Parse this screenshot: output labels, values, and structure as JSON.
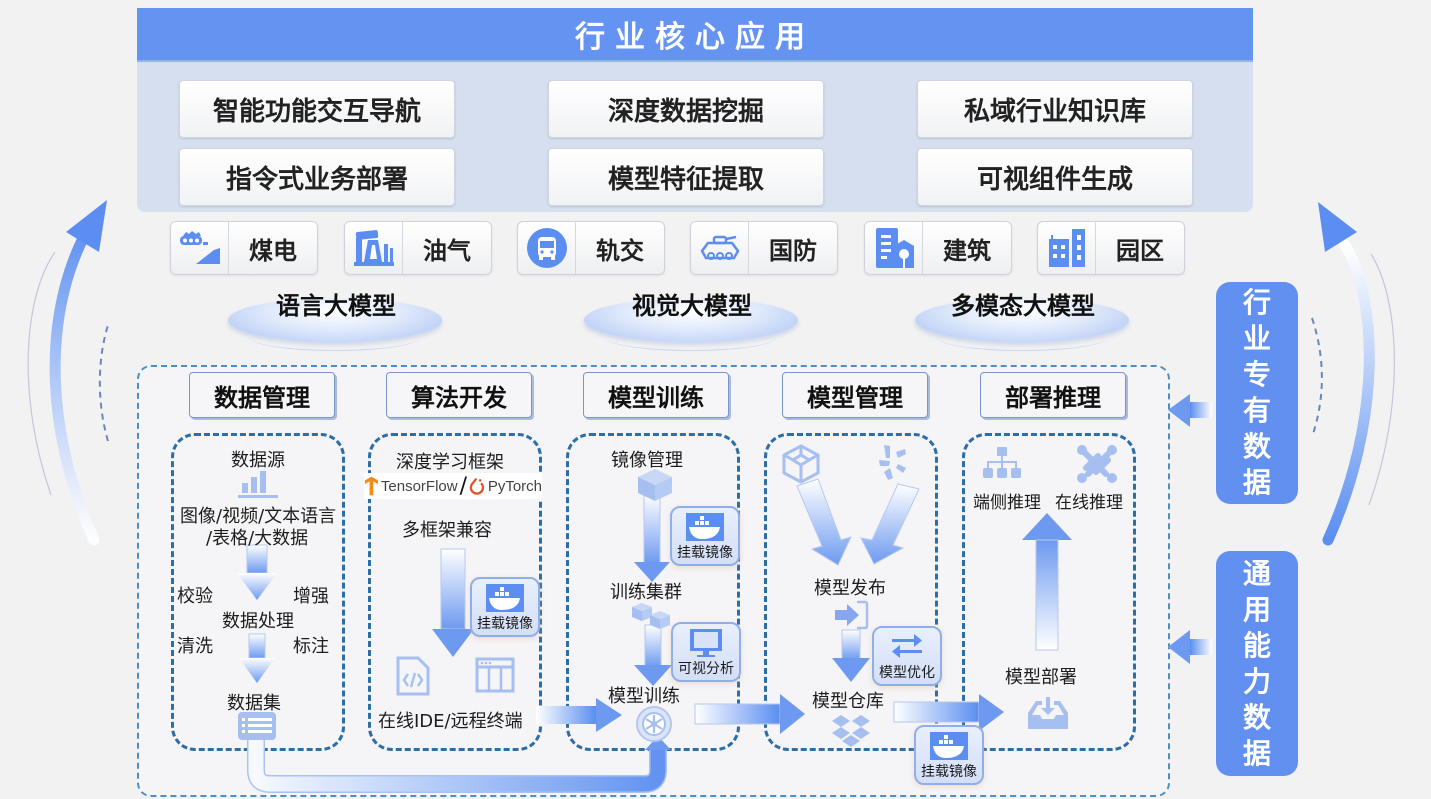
{
  "top": {
    "title": "行业核心应用",
    "apps": [
      "智能功能交互导航",
      "深度数据挖掘",
      "私域行业知识库",
      "指令式业务部署",
      "模型特征提取",
      "可视组件生成"
    ]
  },
  "industries": [
    {
      "label": "煤电",
      "icon": "coal-conveyor-icon"
    },
    {
      "label": "油气",
      "icon": "oil-pump-icon"
    },
    {
      "label": "轨交",
      "icon": "bus-icon"
    },
    {
      "label": "国防",
      "icon": "armored-vehicle-icon"
    },
    {
      "label": "建筑",
      "icon": "building-icon"
    },
    {
      "label": "园区",
      "icon": "park-buildings-icon"
    }
  ],
  "models": [
    "语言大模型",
    "视觉大模型",
    "多模态大模型"
  ],
  "columns": [
    {
      "title": "数据管理"
    },
    {
      "title": "算法开发"
    },
    {
      "title": "模型训练"
    },
    {
      "title": "模型管理"
    },
    {
      "title": "部署推理"
    }
  ],
  "data_mgmt": {
    "source": "数据源",
    "types_line1": "图像/视频/文本语言",
    "types_line2": "/表格/大数据",
    "verify": "校验",
    "enhance": "增强",
    "process": "数据处理",
    "clean": "清洗",
    "label": "标注",
    "dataset": "数据集"
  },
  "algo_dev": {
    "framework": "深度学习框架",
    "tensorflow": "TensorFlow",
    "slash": "/",
    "pytorch": "PyTorch",
    "multi": "多框架兼容",
    "mount": "挂载镜像",
    "ide": "在线IDE/远程终端"
  },
  "training": {
    "image_mgmt": "镜像管理",
    "mount": "挂载镜像",
    "cluster": "训练集群",
    "visual": "可视分析",
    "train": "模型训练"
  },
  "model_mgmt": {
    "publish": "模型发布",
    "optimize": "模型优化",
    "repo": "模型仓库",
    "mount": "挂载镜像"
  },
  "deploy": {
    "edge": "端侧推理",
    "online": "在线推理",
    "deploy": "模型部署"
  },
  "side": {
    "industry_data": [
      "行",
      "业",
      "专",
      "有",
      "数",
      "据"
    ],
    "general_data": [
      "通",
      "用",
      "能",
      "力",
      "数",
      "据"
    ]
  },
  "colors": {
    "accent": "#6493f2",
    "panel": "#d6dff0",
    "dashed": "#2e6ea6",
    "background": "#f2f2f3"
  }
}
